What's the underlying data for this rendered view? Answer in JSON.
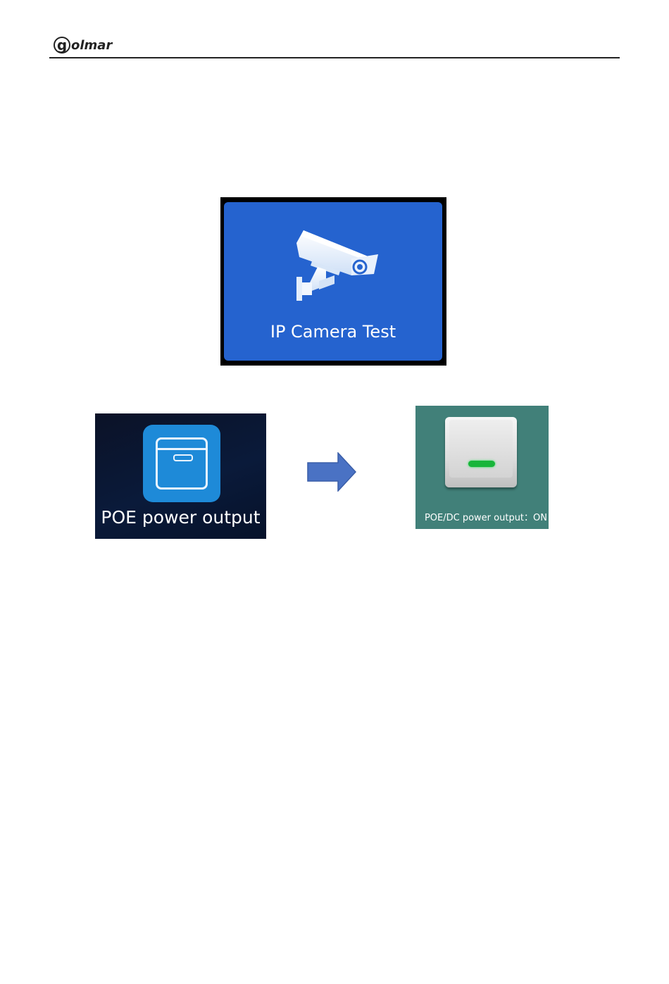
{
  "header": {
    "logo_text": "golmar"
  },
  "ip_camera_tile": {
    "icon": "cctv-camera-icon",
    "label": "IP Camera Test"
  },
  "poe_tile": {
    "icon": "power-switch-icon",
    "label": "POE power output"
  },
  "arrow": {
    "icon": "right-arrow-icon",
    "color": "#4a72c4"
  },
  "poe_dc_tile": {
    "icon": "toggle-switch-on-icon",
    "label": "POE/DC power output：ON",
    "status_color": "#18b53a"
  }
}
